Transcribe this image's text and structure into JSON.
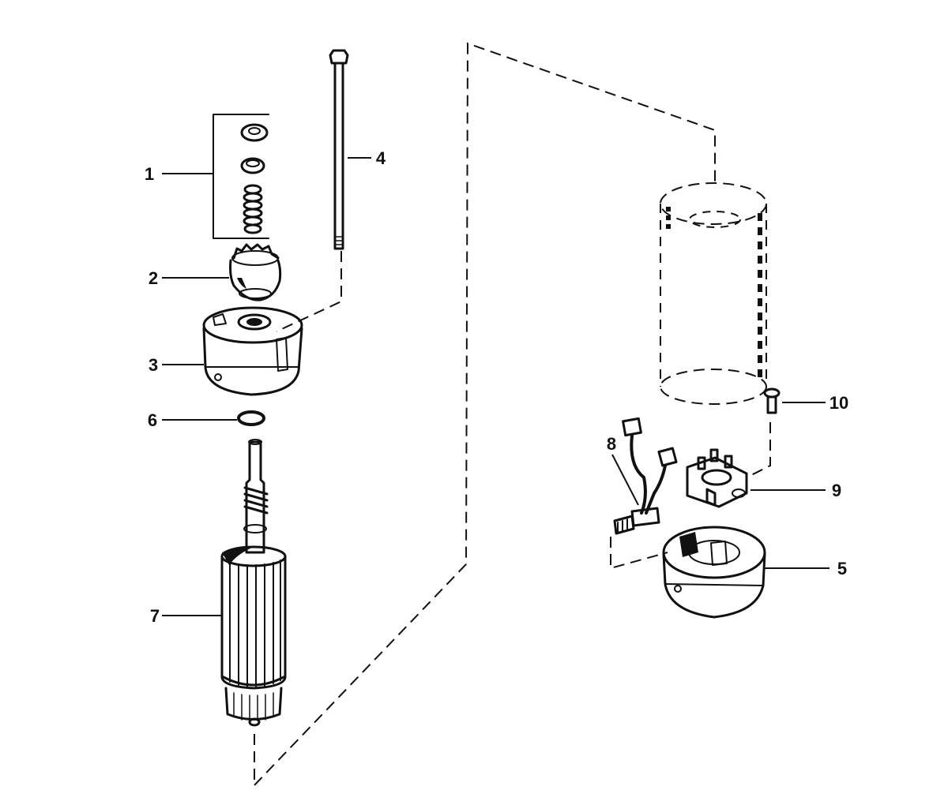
{
  "diagram": {
    "callouts": [
      {
        "id": "1",
        "part": "pinion-stop-kit"
      },
      {
        "id": "2",
        "part": "drive-pinion"
      },
      {
        "id": "3",
        "part": "drive-end-cap"
      },
      {
        "id": "4",
        "part": "through-bolt"
      },
      {
        "id": "5",
        "part": "commutator-end-cap"
      },
      {
        "id": "6",
        "part": "thrust-washer"
      },
      {
        "id": "7",
        "part": "armature"
      },
      {
        "id": "8",
        "part": "brush-and-terminal"
      },
      {
        "id": "9",
        "part": "brush-holder"
      },
      {
        "id": "10",
        "part": "screw"
      }
    ]
  }
}
